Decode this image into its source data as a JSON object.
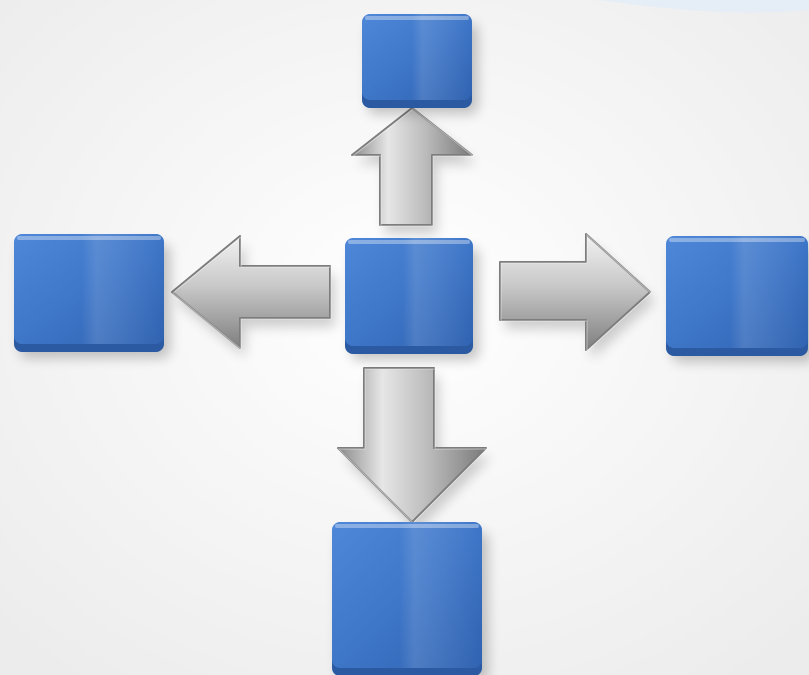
{
  "diagram": {
    "layout": "hub-and-spoke",
    "background_color": "#f7f7f7",
    "block_color": "#3f78cc",
    "block_edge_color": "#2b5aa3",
    "arrow_color": "#b9b9b9",
    "arrow_edge_color": "#7d7d7d",
    "nodes": [
      {
        "id": "center",
        "role": "hub"
      },
      {
        "id": "top",
        "role": "spoke"
      },
      {
        "id": "right",
        "role": "spoke"
      },
      {
        "id": "bottom",
        "role": "spoke"
      },
      {
        "id": "left",
        "role": "spoke"
      }
    ],
    "edges": [
      {
        "from": "center",
        "to": "top",
        "icon": "arrow-up-icon"
      },
      {
        "from": "center",
        "to": "right",
        "icon": "arrow-right-icon"
      },
      {
        "from": "center",
        "to": "bottom",
        "icon": "arrow-down-icon"
      },
      {
        "from": "center",
        "to": "left",
        "icon": "arrow-left-icon"
      }
    ]
  }
}
